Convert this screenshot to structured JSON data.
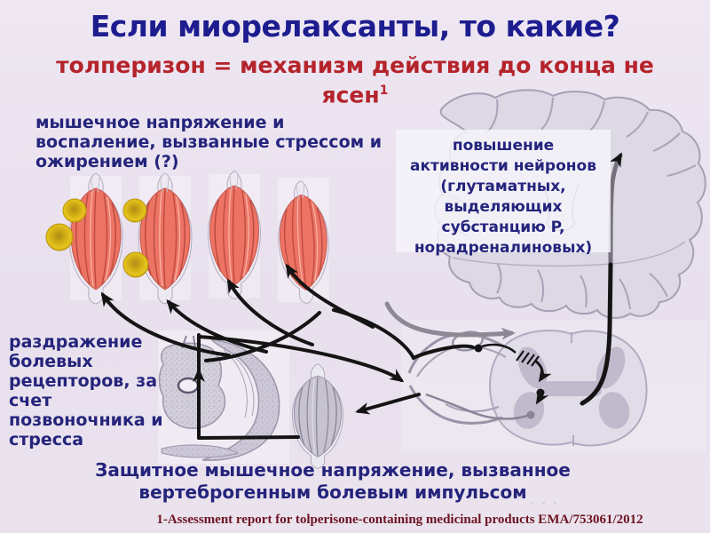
{
  "slide": {
    "title": "Если миорелаксанты, то какие?",
    "subtitle": {
      "line1": "толперизон = механизм действия до конца не",
      "line2": "ясен",
      "superscript": "1"
    },
    "labels": {
      "stress": {
        "lines": [
          "мышечное напряжение и",
          "воспаление, вызванные стрессом и",
          "ожирением (?)"
        ]
      },
      "neurons_box": {
        "lines": [
          "повышение",
          "активности нейронов",
          "(глутаматных,",
          "выделяющих",
          "субстанцию P,",
          "норадреналиновых)"
        ]
      },
      "receptors": {
        "lines": [
          "раздражение",
          "болевых",
          "рецепторов, за",
          "счет",
          "позвоночника и",
          "стресса"
        ]
      },
      "caption": {
        "lines": [
          "Защитное мышечное напряжение, вызванное",
          "вертеброгенным болевым импульсом"
        ]
      }
    },
    "footnote": "1-Assessment report for tolperisone-containing medicinal products  EMA/753061/2012",
    "watermark": "- - -",
    "illustrations": {
      "muscles": "four inflamed red muscles",
      "inflammation_markers": "yellow spots",
      "brain": "coronal brain section",
      "torso_section": "lumbar spine cross-section",
      "relaxed_muscle": "gray muscle",
      "spinal_cord": "spinal cord segment with reflex circuit"
    },
    "colors": {
      "background": "#e9e1ee",
      "title_navy": "#1d1d90",
      "text_navy": "#24247c",
      "subtitle_red": "#b5242b",
      "footnote_maroon": "#6d1421",
      "arrow_black": "#141414",
      "arrow_gray": "#8d8796",
      "muscle_red": "#ed7464",
      "inflammation_yellow": "#e0ba18"
    }
  }
}
